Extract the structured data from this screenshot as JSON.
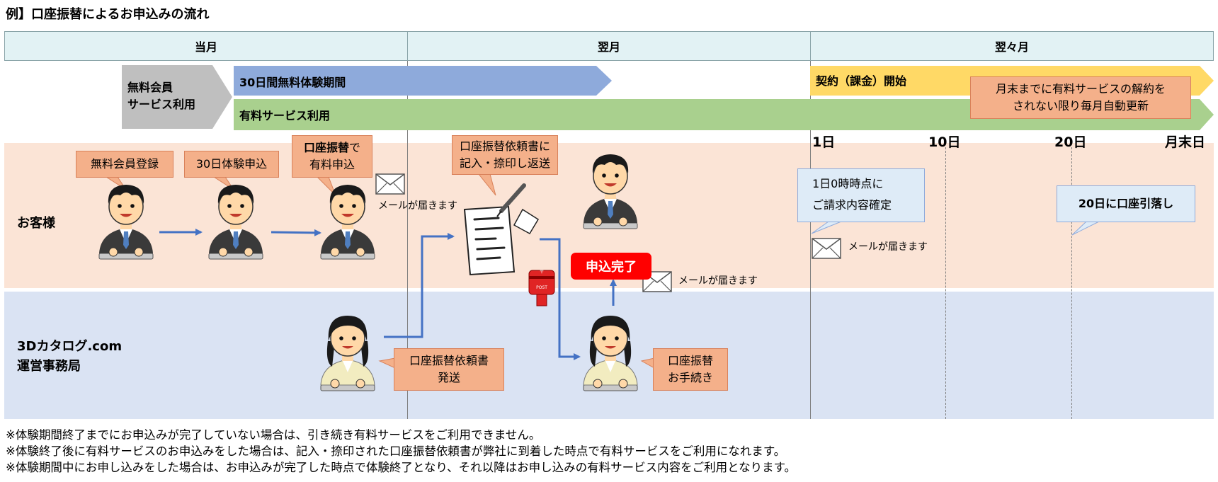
{
  "title": "例】口座振替によるお申込みの流れ",
  "columns": [
    "当月",
    "翌月",
    "翌々月"
  ],
  "bars": {
    "free_member": [
      "無料会員",
      "サービス利用"
    ],
    "trial": "30日間無料体験期間",
    "paid": "有料サービス利用",
    "contract": "契約（課金）開始",
    "auto_renew": [
      "月末までに有料サービスの解約を",
      "されない限り毎月自動更新"
    ]
  },
  "days": [
    "1日",
    "10日",
    "20日",
    "月末日"
  ],
  "lanes": {
    "customer": "お客様",
    "staff": [
      "3Dカタログ.com",
      "運営事務局"
    ]
  },
  "callouts": {
    "register": "無料会員登録",
    "trial_apply": "30日体験申込",
    "transfer_apply_bold": "口座振替",
    "transfer_apply_rest": "で",
    "transfer_apply_line2": "有料申込",
    "form_return": [
      "口座振替依頼書に",
      "記入・捺印し返送"
    ],
    "form_send": [
      "口座振替依頼書",
      "発送"
    ],
    "procedure": [
      "口座振替",
      "お手続き"
    ],
    "billing": [
      "1日0時時点に",
      "ご請求内容確定"
    ],
    "debit": "20日に口座引落し"
  },
  "mail_notices": [
    "メールが届きます",
    "メールが届きます",
    "メールが届きます"
  ],
  "completed": "申込完了",
  "postbox_label": "POST",
  "notes": [
    "※体験期間終了までにお申込みが完了していない場合は、引き続き有料サービスをご利用できません。",
    "※体験終了後に有料サービスのお申込みをした場合は、記入・捺印された口座振替依頼書が弊社に到着した時点で有料サービスをご利用になれます。",
    "※体験期間中にお申し込みをした場合は、お申込みが完了した時点で体験終了となり、それ以降はお申し込みの有料サービス内容をご利用となります。"
  ],
  "colors": {
    "header_bg": "#e2f2f4",
    "customer_band": "#fbe4d6",
    "staff_band": "#dae3f3",
    "trial_bar": "#8eaadb",
    "paid_bar": "#a9d08e",
    "contract_bar": "#ffd966",
    "free_member_bar": "#bfbfbf",
    "callout": "#f4b08a",
    "flow_arrow": "#4472c4"
  }
}
